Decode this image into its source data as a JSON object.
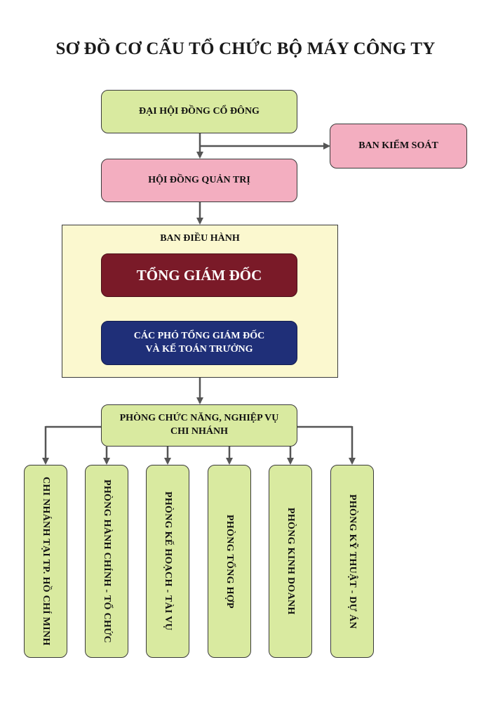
{
  "title": "SƠ ĐỒ CƠ CẤU TỔ CHỨC BỘ MÁY CÔNG TY",
  "nodes": {
    "shareholders": "ĐẠI HỘI ĐỒNG CỔ ĐÔNG",
    "supervisory": "BAN KIỂM SOÁT",
    "board": "HỘI ĐỒNG QUẢN TRỊ",
    "executive_panel": "BAN ĐIỀU HÀNH",
    "ceo": "TỔNG GIÁM ĐỐC",
    "deputies_line1": "CÁC PHÓ TỔNG GIÁM ĐỐC",
    "deputies_line2": "VÀ KẾ TOÁN TRƯỞNG",
    "functional_line1": "PHÒNG CHỨC NĂNG, NGHIỆP VỤ",
    "functional_line2": "CHI NHÁNH"
  },
  "departments": [
    "CHI NHÁNH TẠI TP. HỒ CHÍ MINH",
    "PHÒNG HÀNH CHÍNH - TỔ CHỨC",
    "PHÒNG KẾ HOẠCH - TÀI VỤ",
    "PHÒNG TỔNG HỢP",
    "PHÒNG KINH DOANH",
    "PHÒNG KỸ THUẬT - DỰ ÁN"
  ],
  "colors": {
    "green_box": "#d9eaa0",
    "pink_box": "#f3aec0",
    "executive_panel": "#fbf8cf",
    "ceo": "#7a1a28",
    "deputies": "#1f2f78",
    "connector": "#555555"
  }
}
